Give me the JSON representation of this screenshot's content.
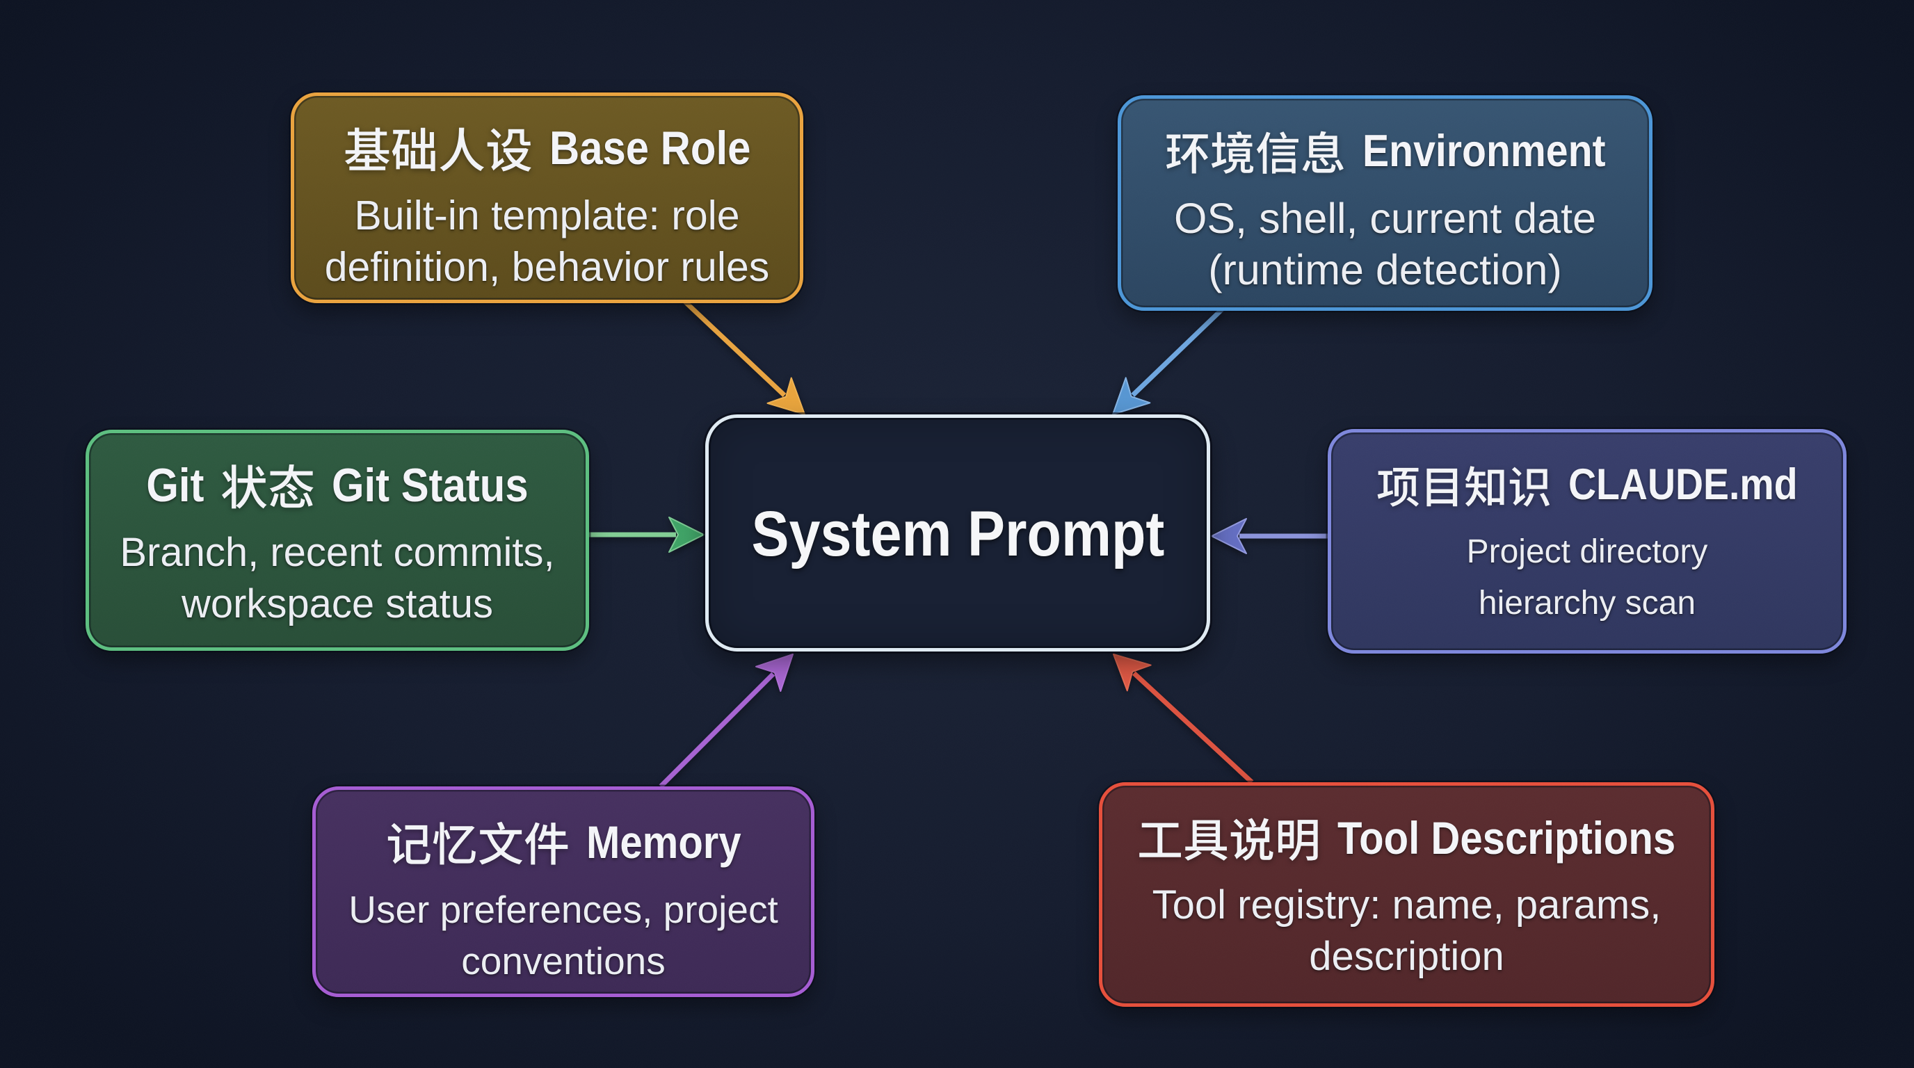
{
  "diagram_title": "System Prompt",
  "center": {
    "label": "System Prompt",
    "colors": {
      "border": "#dfeaf2",
      "fill": "#192134"
    }
  },
  "nodes": [
    {
      "id": "base-role",
      "title_pre": "",
      "title_zh": "基础人设",
      "title_en": "Base Role",
      "desc_lines": [
        "Built-in template: role",
        "definition, behavior rules"
      ],
      "colors": {
        "border": "#eaa33e",
        "fill_top": "#6d5a23",
        "fill_bottom": "#5c4b1b",
        "arrow_line": "#e9a440",
        "arrow_head": "#e8a43c",
        "arrow_edge": "#f0b250"
      }
    },
    {
      "id": "environment",
      "title_pre": "",
      "title_zh": "环境信息",
      "title_en": "Environment",
      "desc_lines": [
        "OS, shell, current date",
        "(runtime detection)"
      ],
      "colors": {
        "border": "#4c96d7",
        "fill_top": "#375572",
        "fill_bottom": "#2b4560",
        "arrow_line": "#6ea6df",
        "arrow_head": "#5796d2",
        "arrow_edge": "#85b4e4"
      }
    },
    {
      "id": "git-status",
      "title_pre": "Git",
      "title_zh": "状态",
      "title_en": "Git Status",
      "desc_lines": [
        "Branch, recent commits,",
        "workspace status"
      ],
      "colors": {
        "border": "#5dbf80",
        "fill_top": "#2e5a40",
        "fill_bottom": "#284e37",
        "arrow_line": "#82cd94",
        "arrow_head": "#3fa366",
        "arrow_edge": "#7cc992"
      }
    },
    {
      "id": "claude-md",
      "title_pre": "",
      "title_zh": "项目知识",
      "title_en": "CLAUDE.md",
      "desc_lines": [
        "Project directory",
        "hierarchy scan"
      ],
      "colors": {
        "border": "#7e87dc",
        "fill_top": "#383e6b",
        "fill_bottom": "#2f365e",
        "arrow_line": "#8b93da",
        "arrow_head": "#646ec2",
        "arrow_edge": "#939ade"
      }
    },
    {
      "id": "memory",
      "title_pre": "",
      "title_zh": "记忆文件",
      "title_en": "Memory",
      "desc_lines": [
        "User preferences, project",
        "conventions"
      ],
      "colors": {
        "border": "#a65cd3",
        "fill_top": "#46305f",
        "fill_bottom": "#3d2955",
        "arrow_line": "#a763d2",
        "arrow_head": "#ab67d5",
        "arrow_edge": "#b372da"
      }
    },
    {
      "id": "tool-descriptions",
      "title_pre": "",
      "title_zh": "工具说明",
      "title_en": "Tool Descriptions",
      "desc_lines": [
        "Tool registry: name, params,",
        "description"
      ],
      "colors": {
        "border": "#e64f3b",
        "fill_top": "#5b2c2f",
        "fill_bottom": "#512629",
        "arrow_line": "#dd5340",
        "arrow_head": "#e05844",
        "arrow_edge": "#e76a52"
      }
    }
  ],
  "background": {
    "base": "#151c2e",
    "center_glow": "#1b2336",
    "corner": "#0d1322"
  }
}
